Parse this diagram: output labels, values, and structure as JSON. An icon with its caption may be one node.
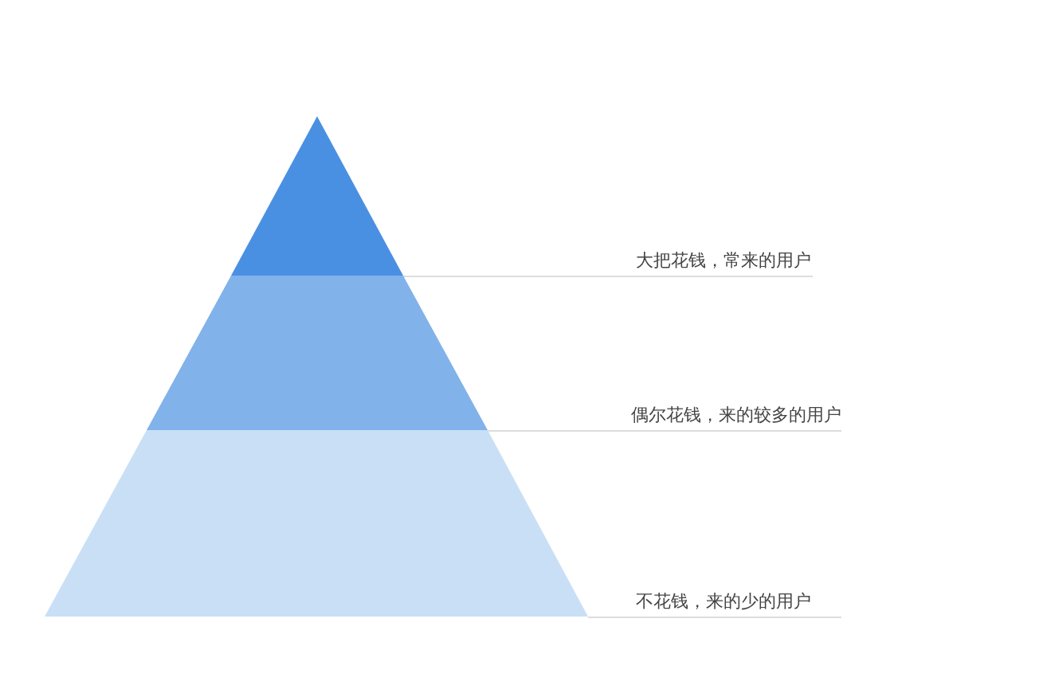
{
  "diagram": {
    "nodes": [
      {
        "text": [],
        "shape": "triangle"
      },
      {
        "text": [],
        "shape": "band"
      },
      {
        "text": [],
        "shape": "band"
      }
    ],
    "labels": [
      "大把花钱，常来的用户",
      "偶尔花钱，来的较多的用户",
      "不花钱，来的少的用户"
    ]
  }
}
